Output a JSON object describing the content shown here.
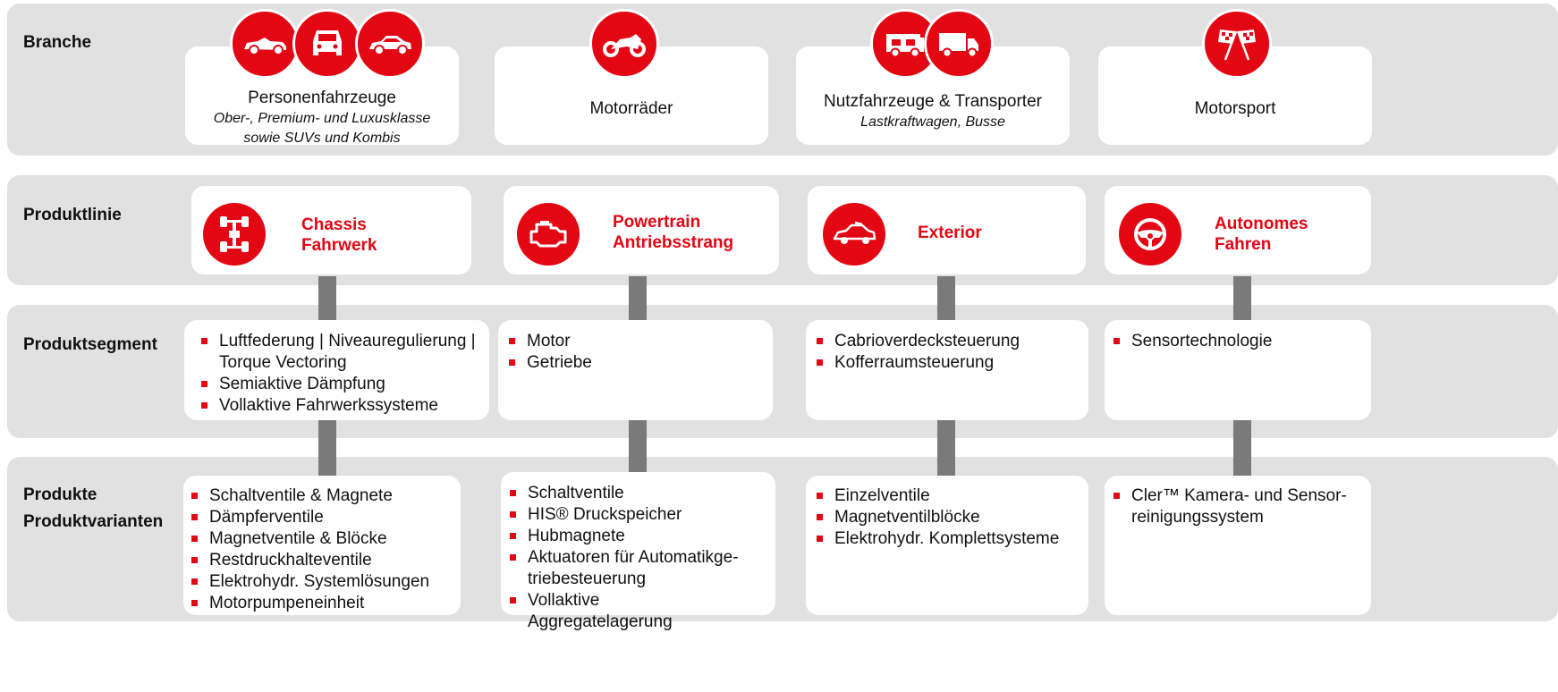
{
  "colors": {
    "accent": "#e30613",
    "band": "#e1e1e1",
    "connector": "#7a7a7a"
  },
  "rows": {
    "branche": "Branche",
    "produktlinie": "Produktlinie",
    "produktsegment": "Produktsegment",
    "produkte_line1": "Produkte",
    "produkte_line2": "Produktvarianten"
  },
  "branche": [
    {
      "title": "Personenfahrzeuge",
      "sub1": "Ober-, Premium- und Luxusklasse",
      "sub2": "sowie SUVs und Kombis",
      "icons": [
        "convertible-car-icon",
        "suv-icon",
        "sedan-icon"
      ]
    },
    {
      "title": "Motorräder",
      "icons": [
        "motorcycle-icon"
      ]
    },
    {
      "title": "Nutzfahrzeuge & Transporter",
      "sub1": "Lastkraftwagen, Busse",
      "icons": [
        "camper-van-icon",
        "truck-icon"
      ]
    },
    {
      "title": "Motorsport",
      "icons": [
        "checkered-flags-icon"
      ]
    }
  ],
  "produktlinie": [
    {
      "line1": "Chassis",
      "line2": "Fahrwerk",
      "icon": "chassis-icon"
    },
    {
      "line1": "Powertrain",
      "line2": "Antriebsstrang",
      "icon": "engine-icon"
    },
    {
      "line1": "Exterior",
      "icon": "car-exterior-icon"
    },
    {
      "line1": "Autonomes",
      "line2": "Fahren",
      "icon": "steering-wheel-icon"
    }
  ],
  "produktsegment": [
    [
      "Luftfederung | Niveauregulierung | Torque Vectoring",
      "Semiaktive Dämpfung",
      "Vollaktive Fahrwerkssysteme"
    ],
    [
      "Motor",
      "Getriebe"
    ],
    [
      "Cabrioverdecksteuerung",
      "Kofferraumsteuerung"
    ],
    [
      "Sensortechnologie"
    ]
  ],
  "produkte": [
    [
      "Schaltventile & Magnete",
      "Dämpferventile",
      "Magnetventile & Blöcke",
      "Restdruckhalteventile",
      "Elektrohydr. Systemlösungen",
      "Motorpumpeneinheit"
    ],
    [
      "Schaltventile",
      "HIS® Druckspeicher",
      "Hubmagnete",
      "Aktuatoren für Automatikge-triebesteuerung",
      "Vollaktive Aggregatelagerung"
    ],
    [
      "Einzelventile",
      "Magnetventilblöcke",
      "Elektrohydr. Komplettsysteme"
    ],
    [
      "Cler™ Kamera- und Sensor-reinigungssystem"
    ]
  ]
}
